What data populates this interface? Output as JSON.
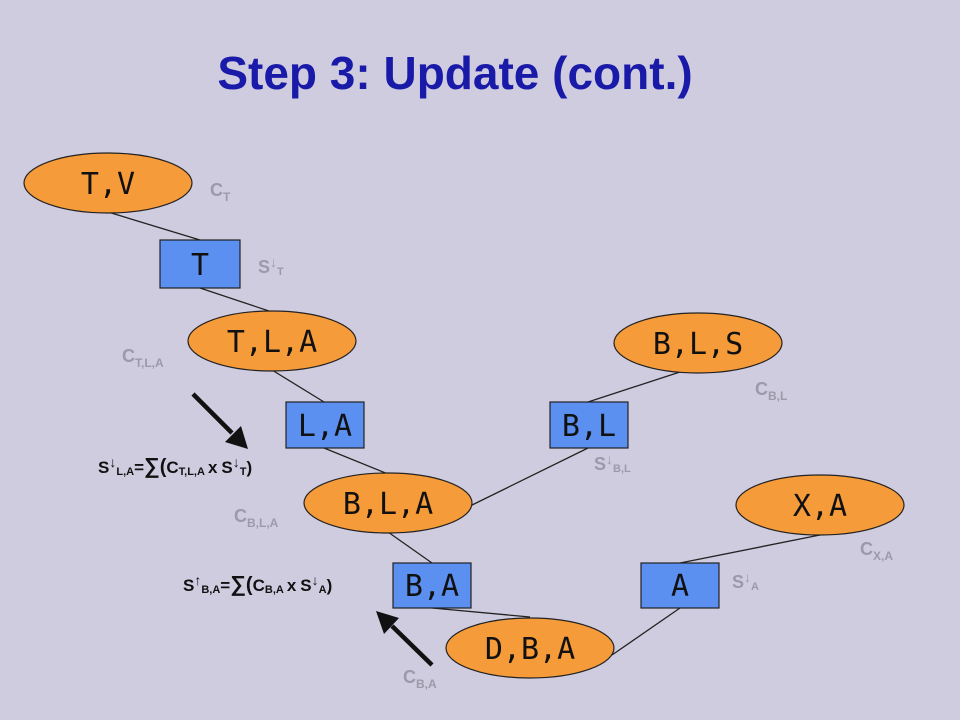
{
  "title": "Step 3: Update (cont.)",
  "colors": {
    "background": "#d0cce0",
    "title": "#1a1aa8",
    "clique_fill": "#f59b3a",
    "separator_fill": "#5b8ff0",
    "edge": "#222222",
    "label_gray": "#9a9aa8",
    "arrow": "#111111"
  },
  "cliques": [
    {
      "id": "tv",
      "label": "T,V"
    },
    {
      "id": "tla",
      "label": "T,L,A"
    },
    {
      "id": "bls",
      "label": "B,L,S"
    },
    {
      "id": "bla",
      "label": "B,L,A"
    },
    {
      "id": "xa",
      "label": "X,A"
    },
    {
      "id": "dba",
      "label": "D,B,A"
    }
  ],
  "separators": [
    {
      "id": "t",
      "label": "T"
    },
    {
      "id": "la",
      "label": "L,A"
    },
    {
      "id": "bl",
      "label": "B,L"
    },
    {
      "id": "ba",
      "label": "B,A"
    },
    {
      "id": "a",
      "label": "A"
    }
  ],
  "potential_labels": {
    "c_t": {
      "base": "C",
      "sub": "T"
    },
    "c_tla": {
      "base": "C",
      "sub": "T,L,A"
    },
    "c_bl": {
      "base": "C",
      "sub": "B,L"
    },
    "c_bla": {
      "base": "C",
      "sub": "B,L,A"
    },
    "c_xa": {
      "base": "C",
      "sub": "X,A"
    },
    "c_ba": {
      "base": "C",
      "sub": "B,A"
    }
  },
  "message_labels": {
    "s_t": {
      "base": "S",
      "arrow": "↓",
      "sub": "T"
    },
    "s_bl": {
      "base": "S",
      "arrow": "↓",
      "sub": "B,L"
    },
    "s_a": {
      "base": "S",
      "arrow": "↓",
      "sub": "A"
    }
  },
  "formulas": {
    "la": {
      "lhs_base": "S",
      "lhs_arrow": "↓",
      "lhs_sub": "L,A",
      "eq": "=",
      "sum": "∑",
      "open": "(",
      "c_base": "C",
      "c_sub": "T,L,A",
      "times": "x",
      "s_base": "S",
      "s_arrow": "↓",
      "s_sub": "T",
      "close": ")"
    },
    "ba": {
      "lhs_base": "S",
      "lhs_arrow": "↑",
      "lhs_sub": "B,A",
      "eq": "=",
      "sum": "∑",
      "open": "(",
      "c_base": "C",
      "c_sub": "B,A",
      "times": "x",
      "s_base": "S",
      "s_arrow": "↓",
      "s_sub": "A",
      "close": ")"
    }
  }
}
